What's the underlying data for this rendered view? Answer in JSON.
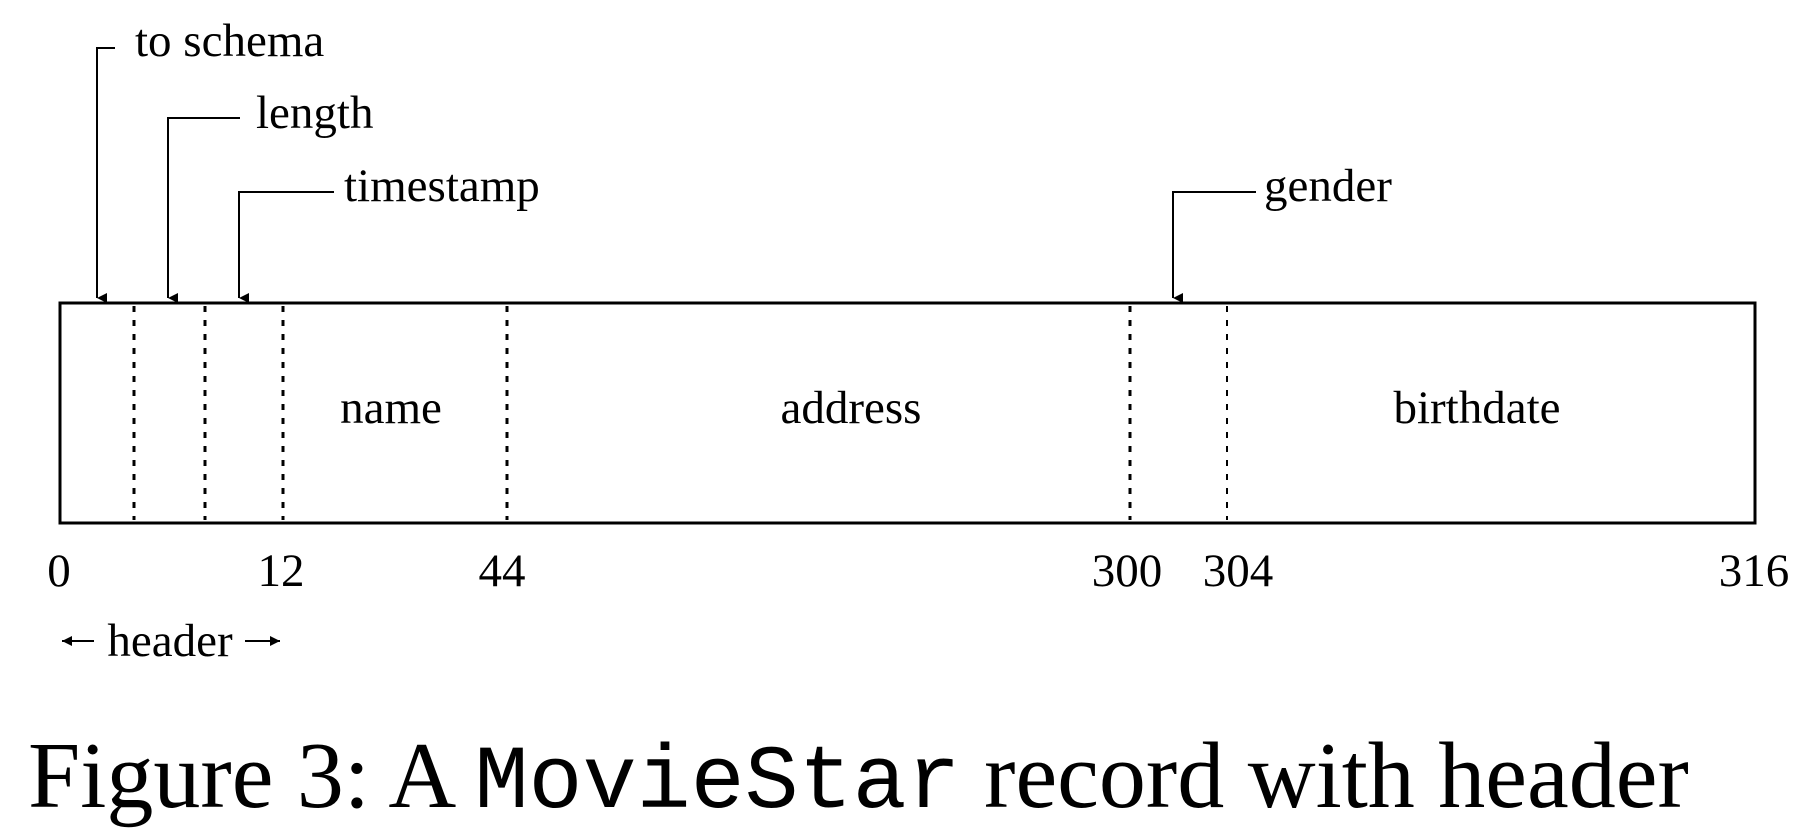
{
  "pointers": {
    "to_schema": "to schema",
    "length": "length",
    "timestamp": "timestamp",
    "gender": "gender"
  },
  "fields": {
    "name": "name",
    "address": "address",
    "birthdate": "birthdate"
  },
  "offsets": {
    "o0": "0",
    "o12": "12",
    "o44": "44",
    "o300": "300",
    "o304": "304",
    "o316": "316"
  },
  "header_label": "header",
  "caption": {
    "prefix": "Figure 3: A ",
    "code": "MovieStar",
    "suffix": " record with header"
  }
}
